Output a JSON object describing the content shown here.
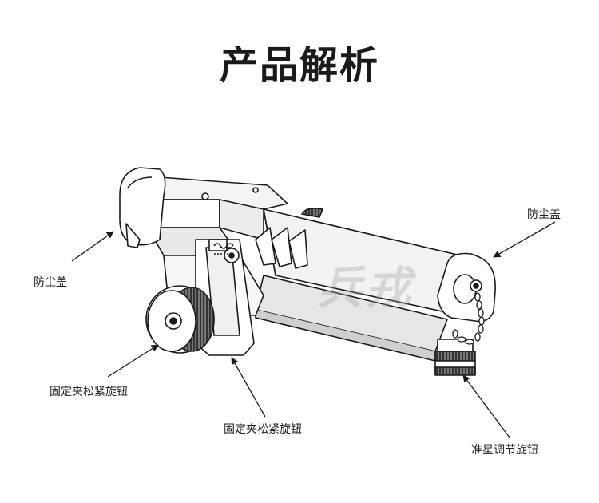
{
  "title": "产品解析",
  "watermark": "兵戎",
  "labels": {
    "dust_cover_left": "防尘盖",
    "dust_cover_right": "防尘盖",
    "clamp_knob_left": "固定夹松紧旋钮",
    "clamp_knob_center": "固定夹松紧旋钮",
    "sight_knob": "准星调节旋钮"
  },
  "colors": {
    "line": "#1a1a1a",
    "fill": "#ffffff",
    "shade": "#d9d9d9",
    "dark": "#2a2a2a"
  }
}
